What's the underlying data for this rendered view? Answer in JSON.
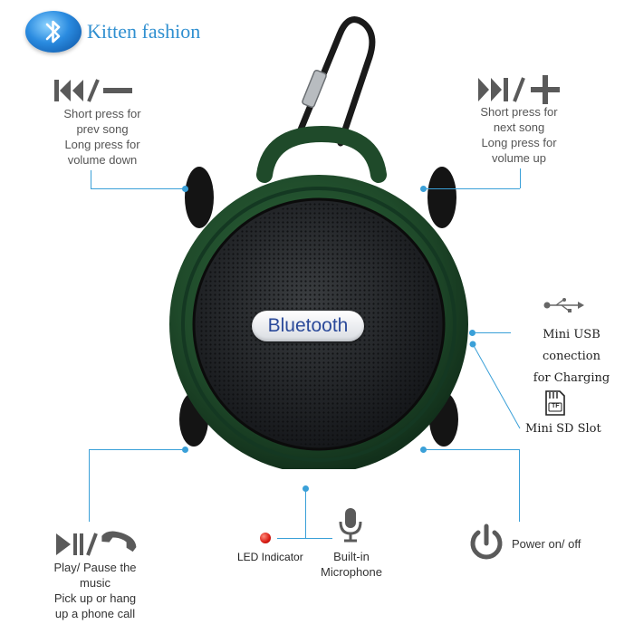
{
  "brand": {
    "name": "Kitten fashion"
  },
  "speaker_badge": "Bluetooth",
  "controls": {
    "prev": {
      "line1": "Short press for",
      "line2": "prev song",
      "line3": "Long press for",
      "line4": "volume down"
    },
    "next": {
      "line1": "Short press for",
      "line2": "next song",
      "line3": "Long press for",
      "line4": "volume up"
    },
    "play": {
      "line1": "Play/ Pause the",
      "line2": "music",
      "line3": "Pick up or hang",
      "line4": "up a phone call"
    },
    "power": {
      "label": "Power on/ off"
    },
    "usb": {
      "line1": "Mini USB conection",
      "line2": "for Charging"
    },
    "sd": {
      "label": "Mini SD Slot",
      "card_text": "TF"
    },
    "led": {
      "label": "LED Indicator"
    },
    "mic": {
      "line1": "Built-in",
      "line2": "Microphone"
    }
  },
  "colors": {
    "speaker_body": "#1f4a2a",
    "accent_line": "#3aa0d8",
    "brand_text": "#2f8fd0",
    "led_red": "#d81a12"
  },
  "icons": [
    "bluetooth-icon",
    "prev-volume-down-icon",
    "next-volume-up-icon",
    "play-pause-phone-icon",
    "power-icon",
    "usb-icon",
    "sd-card-icon",
    "led-icon",
    "microphone-icon"
  ]
}
